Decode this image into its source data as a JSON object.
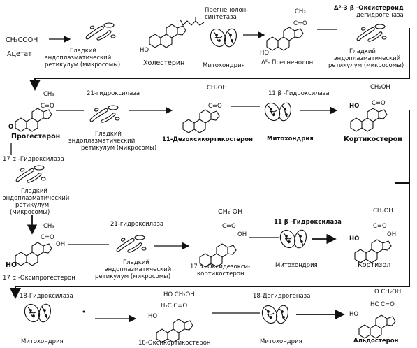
{
  "row1": {
    "acetate_formula": "CH₃COOH",
    "acetate_label": "Ацетат",
    "smooth_er_1": [
      "Гладкий",
      "эндоплазматический",
      "ретикулум (микросомы)"
    ],
    "cholesterol_label": "Холестерин",
    "cholesterol_ho": "HO",
    "pregnenolone_synthetase": [
      "Прегненолон-",
      "синтетаза"
    ],
    "mitochondria_1": "Митохондрия",
    "pregnenolone_label": "Δ⁵- Прегненолон",
    "pregnenolone_ho": "HO",
    "pregnenolone_ch3": "CH₃",
    "pregnenolone_co": "C=O",
    "dehydrogenase": [
      "Δ⁵-3 β -Оксистероид",
      "дегидрогеназа"
    ],
    "smooth_er_2": [
      "Гладкий",
      "эндоплазматический",
      "ретикулум (микросомы)"
    ]
  },
  "row2": {
    "progesterone_label": "Прогестерон",
    "progesterone_o": "O",
    "progesterone_ch3": "CH₃",
    "progesterone_co": "C=O",
    "hydroxylase21_a": "21-гидроксилаза",
    "smooth_er_3": [
      "Гладкий",
      "эндоплазматический",
      "ретикулум (микросомы)"
    ],
    "doc_label": "11-Дезоксикортикостерон",
    "doc_ch2oh": "CH₂OH",
    "doc_co": "C=O",
    "hydroxylase11b_a": "11 β -Гидроксилаза",
    "mitochondria_2": "Митохондрия",
    "corticosterone_label": "Кортикостерон",
    "corticosterone_ho": "HO",
    "corticosterone_ch2oh": "CH₂OH",
    "corticosterone_co": "C=O"
  },
  "row3": {
    "hydroxylase17a": "17 α -Гидроксилаза",
    "smooth_er_4": [
      "Гладкий",
      "эндоплазматический",
      "ретикулум",
      "(микросомы)"
    ]
  },
  "row4": {
    "ohp_label": "17 α -Оксипрогестерон",
    "ohp_ho": "HO",
    "ohp_ch3": "CH₃",
    "ohp_co": "C=O",
    "ohp_oh": "OH",
    "hydroxylase21_b": "21-гидроксилаза",
    "smooth_er_5": [
      "Гладкий",
      "эндоплазматический",
      "ретикулум (микросомы)"
    ],
    "compound_s_label": [
      "17 α -Оксидезокси-",
      "кортикостерон"
    ],
    "compound_s_ch2oh": "CH₂ OH",
    "compound_s_co": "C=O",
    "compound_s_oh": "OH",
    "hydroxylase11b_b": "11 β -Гидроксилаза",
    "mitochondria_3": "Митохондрия",
    "cortisol_label": "Кортизол",
    "cortisol_ho": "HO",
    "cortisol_ch2oh": "CH₂OH",
    "cortisol_co": "C=O",
    "cortisol_oh": "OH"
  },
  "row5": {
    "hydroxylase18": "18-Гидроксилаза",
    "mitochondria_4": "Митохондрия",
    "oh18_label": "18-Оксикортикостерон",
    "oh18_top": "HO CH₂OH",
    "oh18_mid": "H₂C C=O",
    "oh18_ho": "HO",
    "dehydrogenase18": "18-Дегидрогеназа",
    "mitochondria_5": "Митохондрия",
    "aldosterone_label": "Альдостерон",
    "aldosterone_top": "O CH₂OH",
    "aldosterone_mid": "HC C=O",
    "aldosterone_ho": "HO"
  }
}
